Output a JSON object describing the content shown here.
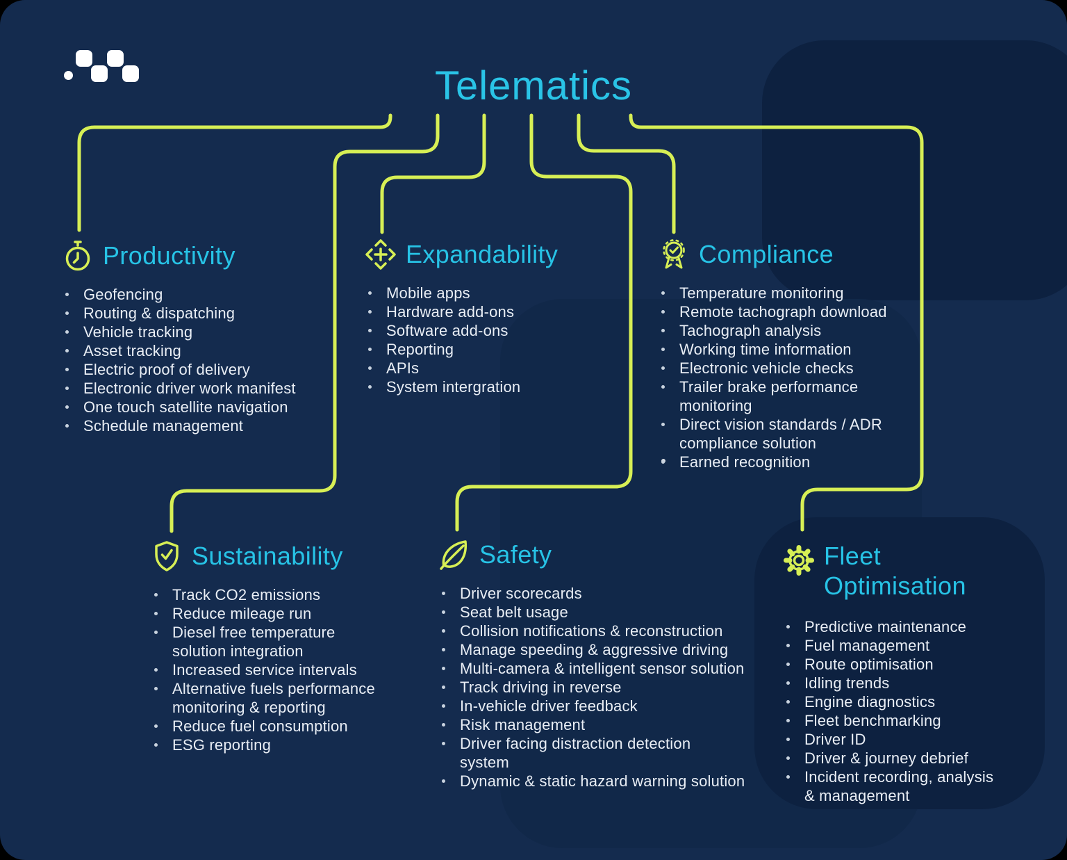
{
  "title": "Telematics",
  "brand": {
    "logo": "pixel-squares-logo",
    "colors": {
      "background_navy": "#142b4e",
      "deco_navy_dark": "#0d2140",
      "accent_lime": "#d7ef55",
      "accent_cyan": "#27c3e6",
      "body_text": "#e9eef5"
    }
  },
  "sections": [
    {
      "label": "Productivity",
      "icon": "stopwatch-icon",
      "items": [
        "Geofencing",
        "Routing & dispatching",
        "Vehicle tracking",
        "Asset tracking",
        "Electric proof of delivery",
        "Electronic driver work manifest",
        "One touch satellite navigation",
        "Schedule management"
      ]
    },
    {
      "label": "Expandability",
      "icon": "expand-arrows-icon",
      "items": [
        "Mobile apps",
        "Hardware add-ons",
        "Software add-ons",
        "Reporting",
        "APIs",
        "System intergration"
      ]
    },
    {
      "label": "Compliance",
      "icon": "award-badge-icon",
      "items": [
        "Temperature monitoring",
        "Remote tachograph download",
        "Tachograph analysis",
        "Working time information",
        "Electronic vehicle checks",
        "Trailer brake performance\nmonitoring",
        "Direct vision standards / ADR\ncompliance solution",
        "Earned recognition"
      ]
    },
    {
      "label": "Sustainability",
      "icon": "shield-check-icon",
      "items": [
        "Track CO2 emissions",
        "Reduce mileage run",
        "Diesel free temperature\nsolution integration",
        "Increased service intervals",
        "Alternative fuels performance\nmonitoring & reporting",
        "Reduce fuel consumption",
        "ESG reporting"
      ]
    },
    {
      "label": "Safety",
      "icon": "leaf-icon",
      "items": [
        "Driver scorecards",
        "Seat belt usage",
        "Collision notifications & reconstruction",
        "Manage speeding & aggressive driving",
        "Multi-camera & intelligent sensor solution",
        "Track driving in reverse",
        "In-vehicle driver feedback",
        "Risk management",
        "Driver facing distraction detection\nsystem",
        "Dynamic & static hazard warning solution"
      ]
    },
    {
      "label": "Fleet\nOptimisation",
      "icon": "gear-icon",
      "items": [
        "Predictive maintenance",
        "Fuel management",
        "Route optimisation",
        "Idling trends",
        "Engine diagnostics",
        "Fleet benchmarking",
        "Driver ID",
        "Driver & journey debrief",
        "Incident recording, analysis\n& management"
      ]
    }
  ]
}
